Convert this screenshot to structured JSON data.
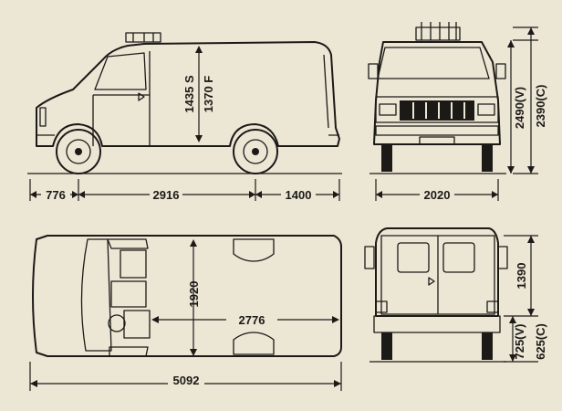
{
  "dimensions": {
    "front_overhang": "776",
    "wheelbase": "2916",
    "rear_overhang": "1400",
    "overall_width": "2020",
    "overall_length": "5092",
    "interior_height": "1435 S",
    "interior_height_alt": "1370 F",
    "height_v": "2490(V)",
    "height_c": "2390(C)",
    "cargo_width": "1920",
    "cargo_length": "2776",
    "rear_door_height": "1390",
    "sill_height_v": "725(V)",
    "sill_height_c": "625(C)"
  },
  "colors": {
    "paper": "#ece6d5",
    "ink": "#1c1a17"
  }
}
